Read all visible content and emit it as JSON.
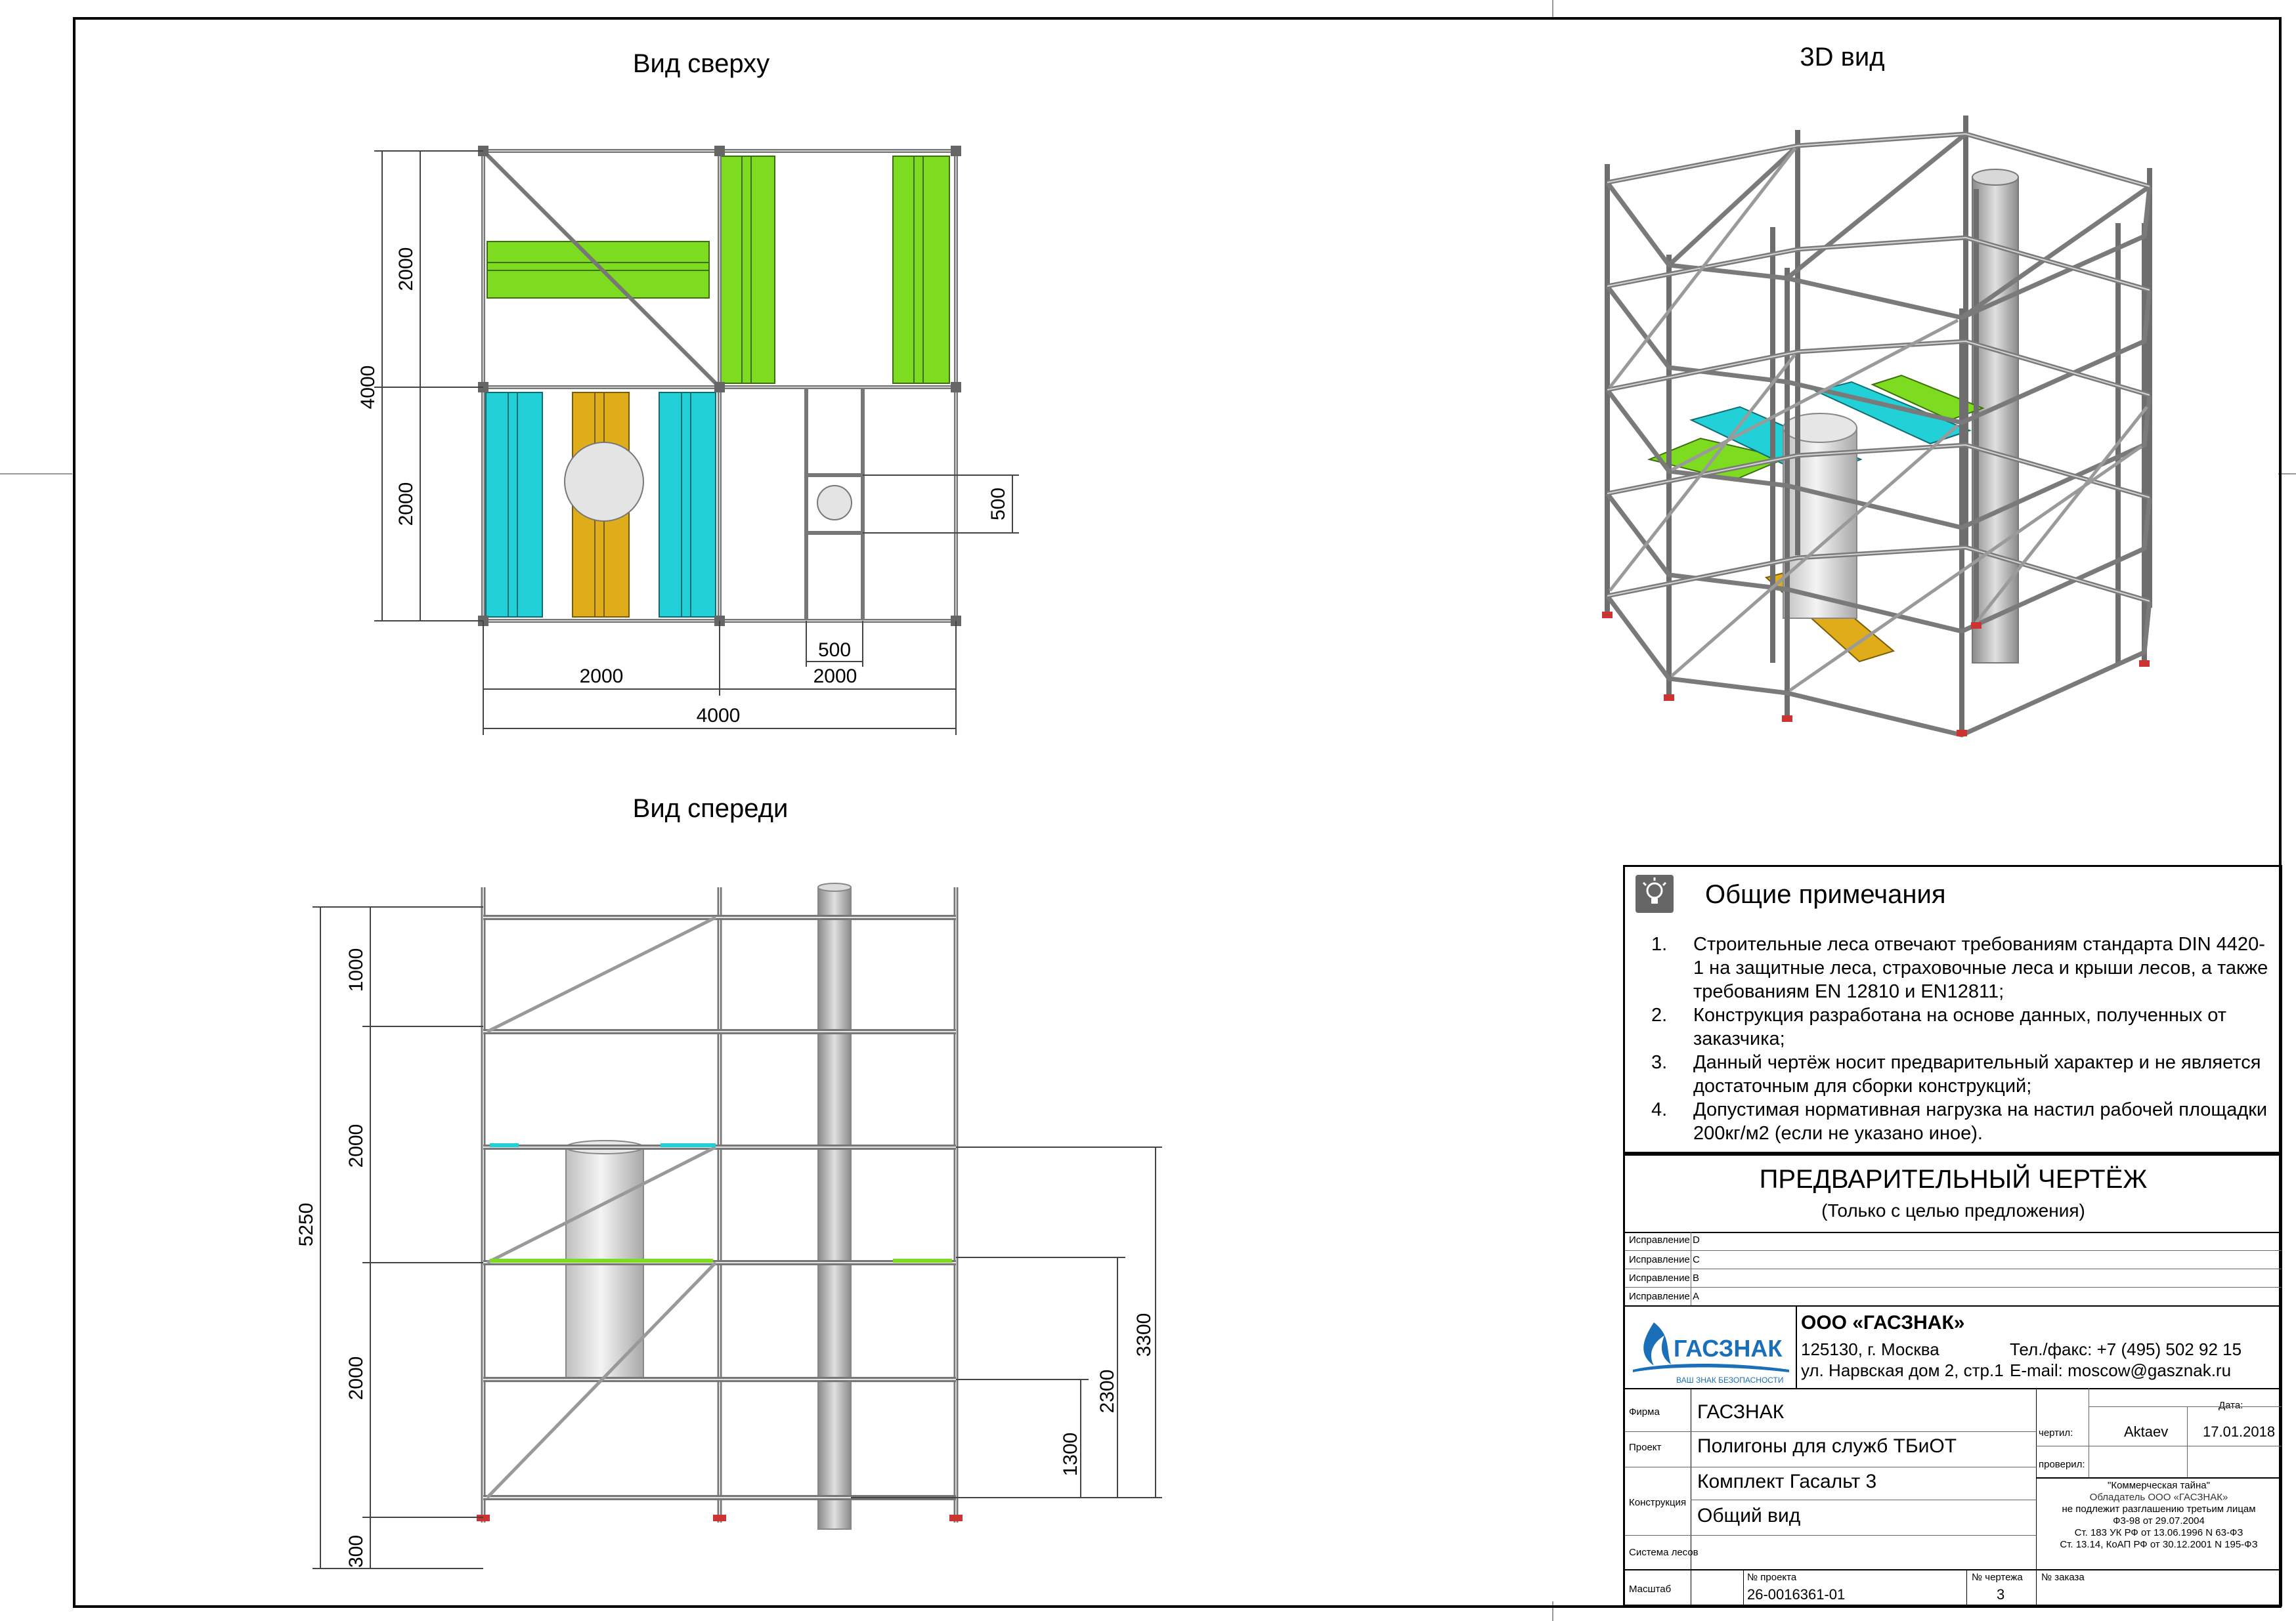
{
  "views": {
    "top_title": "Вид сверху",
    "front_title": "Вид спереди",
    "iso_title": "3D вид"
  },
  "top_dims": {
    "left_upper": "2000",
    "left_lower": "2000",
    "left_total": "4000",
    "bottom_left": "2000",
    "bottom_right": "2000",
    "bottom_total": "4000",
    "right_small": "500",
    "bottom_small": "500"
  },
  "front_dims": {
    "total": "5250",
    "seg_top": "1000",
    "seg_mid": "2000",
    "seg_low": "2000",
    "seg_base": "300",
    "right_1": "1300",
    "right_2": "2300",
    "right_3": "3300"
  },
  "notes": {
    "title": "Общие примечания",
    "items": [
      {
        "num": "1.",
        "text": "Строительные леса отвечают требованиям стандарта DIN 4420-1 на защитные леса,  страховочные леса и крыши лесов, а также требованиям EN 12810 и EN12811;"
      },
      {
        "num": "2.",
        "text": "Конструкция разработана на основе данных, полученных от заказчика;"
      },
      {
        "num": "3.",
        "text": "Данный чертёж носит предварительный характер и не является достаточным для сборки конструкций;"
      },
      {
        "num": "4.",
        "text": "Допустимая нормативная нагрузка на настил рабочей площадки 200кг/м2 (если не указано иное)."
      }
    ]
  },
  "title_block": {
    "prelim_title": "ПРЕДВАРИТЕЛЬНЫЙ ЧЕРТЁЖ",
    "prelim_sub": "(Только с целью предложения)",
    "revisions": [
      "Исправление D",
      "Исправление C",
      "Исправление B",
      "Исправление A"
    ],
    "logo_text": "ГАСЗНАК",
    "logo_slogan": "ВАШ ЗНАК БЕЗОПАСНОСТИ",
    "company": "ООО «ГАСЗНАК»",
    "addr1": "125130, г. Москва",
    "addr2": "ул. Нарвская дом 2, стр.1",
    "phone": "Тел./факс: +7 (495) 502 92 15",
    "email": "E-mail: moscow@gasznak.ru",
    "labels": {
      "firm": "Фирма",
      "project": "Проект",
      "construction": "Конструкция",
      "system": "Система лесов",
      "scale": "Масштаб",
      "drawn": "чертил:",
      "checked": "проверил:",
      "date": "Дата:",
      "project_no": "№ проекта",
      "drawing_no": "№ чертежа",
      "order_no": "№ заказа"
    },
    "values": {
      "firm": "ГАСЗНАК",
      "project": "Полигоны для служб ТБиОТ",
      "construction1": "Комплект Гасальт 3",
      "construction2": "Общий вид",
      "drawn_by": "Aktaev",
      "date": "17.01.2018",
      "project_no": "26-0016361-01",
      "drawing_no": "3"
    },
    "secret": [
      "\"Коммерческая тайна\"",
      "Обладатель ООО «ГАСЗНАК»",
      "не подлежит разглашению третьим лицам",
      "Ф3-98 от 29.07.2004",
      "Ст. 183 УК  РФ от 13.06.1996 N 63-ФЗ",
      "Ст. 13.14, КоАП РФ от 30.12.2001 N 195-ФЗ"
    ]
  },
  "colors": {
    "deck_green": "#7ddc1f",
    "deck_cyan": "#22d0d8",
    "deck_orange": "#e0ad1a",
    "tube": "#9a9a9a",
    "frame": "#000000"
  }
}
